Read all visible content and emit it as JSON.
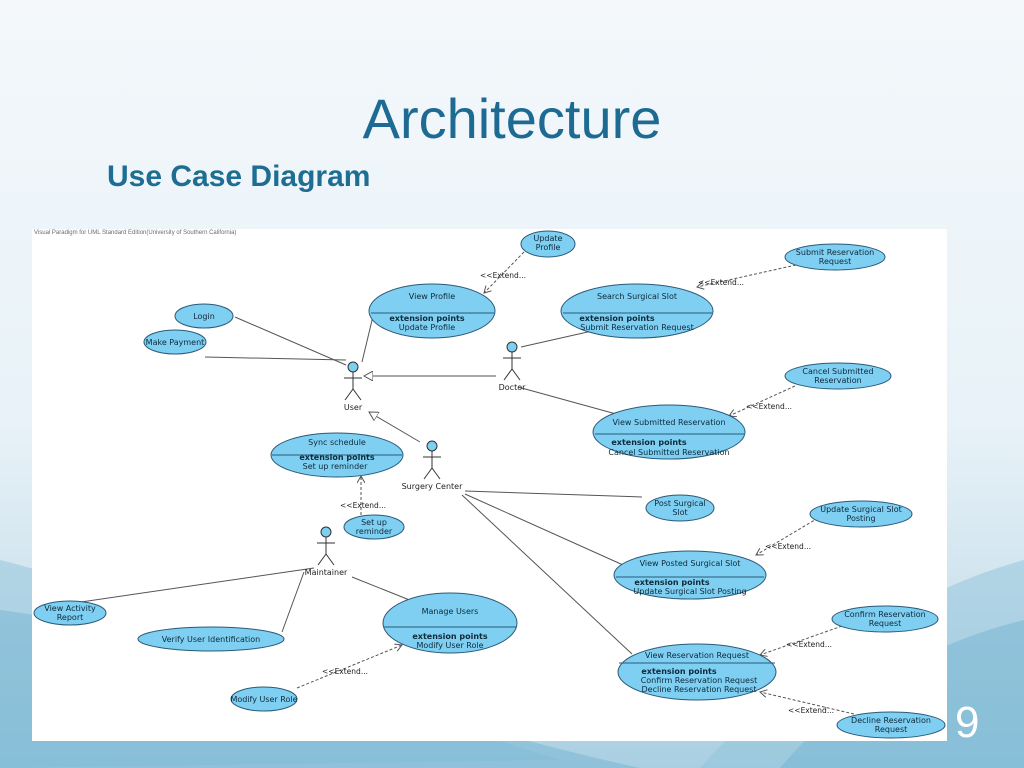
{
  "slide": {
    "title": "Architecture",
    "subtitle": "Use Case Diagram",
    "page_number": "9",
    "watermark": "Visual Paradigm for UML Standard Edition(University of Southern California)"
  },
  "extend_label": "<<Extend...",
  "extension_points_label": "extension points",
  "actors": {
    "user": "User",
    "doctor": "Doctor",
    "surgery_center": "Surgery Center",
    "maintainer": "Maintainer"
  },
  "use_cases": {
    "update_profile": [
      "Update",
      "Profile"
    ],
    "login": "Login",
    "make_payment": "Make Payment",
    "view_profile": {
      "name": "View Profile",
      "points": [
        "Update Profile"
      ]
    },
    "search_surgical_slot": {
      "name": "Search Surgical Slot",
      "points": [
        "Submit Reservation Request"
      ]
    },
    "submit_reservation_request": [
      "Submit Reservation",
      "Request"
    ],
    "cancel_submitted_reservation": [
      "Cancel Submitted",
      "Reservation"
    ],
    "view_submitted_reservation": {
      "name": "View Submitted Reservation",
      "points": [
        "Cancel Submitted Reservation"
      ]
    },
    "sync_schedule": {
      "name": "Sync schedule",
      "points": [
        "Set up reminder"
      ]
    },
    "set_up_reminder": [
      "Set up",
      "reminder"
    ],
    "post_surgical_slot": [
      "Post Surgical",
      "Slot"
    ],
    "update_surgical_slot_posting": [
      "Update Surgical Slot",
      "Posting"
    ],
    "view_posted_surgical_slot": {
      "name": "View Posted Surgical Slot",
      "points": [
        "Update Surgical Slot Posting"
      ]
    },
    "view_activity_report": [
      "View Activity",
      "Report"
    ],
    "verify_user_identification": "Verify User Identification",
    "manage_users": {
      "name": "Manage Users",
      "points": [
        "Modify User Role"
      ]
    },
    "modify_user_role": "Modify User Role",
    "confirm_reservation_request": [
      "Confirm Reservation",
      "Request"
    ],
    "view_reservation_request": {
      "name": "View Reservation Request",
      "points": [
        "Confirm Reservation Request",
        "Decline Reservation Request"
      ]
    },
    "decline_reservation_request": [
      "Decline Reservation",
      "Request"
    ]
  }
}
